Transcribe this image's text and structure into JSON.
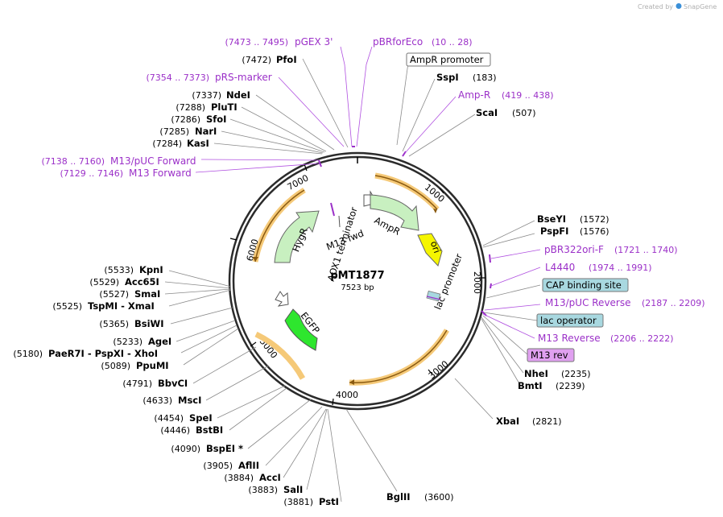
{
  "credit": {
    "created_by": "Created by",
    "brand": "SnapGene"
  },
  "plasmid": {
    "name": "pMT1877",
    "size": "7523 bp"
  },
  "ticks": [
    "1000",
    "2000",
    "3000",
    "4000",
    "5000",
    "6000",
    "7000"
  ],
  "features": {
    "ampr": "AmpR",
    "ori": "ori",
    "lac_promoter": "lac promoter",
    "egfp": "EGFP",
    "aox1": "AOX1 terminator",
    "hygr": "HygR",
    "m13fwd": "M13 fwd"
  },
  "enzymes_right": [
    {
      "name": "SspI",
      "pos": "(183)"
    },
    {
      "name": "ScaI",
      "pos": "(507)"
    },
    {
      "name": "BseYI",
      "pos": "(1572)"
    },
    {
      "name": "PspFI",
      "pos": "(1576)"
    },
    {
      "name": "NheI",
      "pos": "(2235)"
    },
    {
      "name": "BmtI",
      "pos": "(2239)"
    },
    {
      "name": "XbaI",
      "pos": "(2821)"
    },
    {
      "name": "BglII",
      "pos": "(3600)"
    }
  ],
  "enzymes_left": [
    {
      "name": "PfoI",
      "pos": "(7472)"
    },
    {
      "name": "NdeI",
      "pos": "(7337)"
    },
    {
      "name": "PluTI",
      "pos": "(7288)"
    },
    {
      "name": "SfoI",
      "pos": "(7286)"
    },
    {
      "name": "NarI",
      "pos": "(7285)"
    },
    {
      "name": "KasI",
      "pos": "(7284)"
    },
    {
      "name": "KpnI",
      "pos": "(5533)"
    },
    {
      "name": "Acc65I",
      "pos": "(5529)"
    },
    {
      "name": "SmaI",
      "pos": "(5527)"
    },
    {
      "name": "TspMI - XmaI",
      "pos": "(5525)"
    },
    {
      "name": "BsiWI",
      "pos": "(5365)"
    },
    {
      "name": "AgeI",
      "pos": "(5233)"
    },
    {
      "name": "PaeR7I - PspXI - XhoI",
      "pos": "(5180)"
    },
    {
      "name": "PpuMI",
      "pos": "(5089)"
    },
    {
      "name": "BbvCI",
      "pos": "(4791)"
    },
    {
      "name": "MscI",
      "pos": "(4633)"
    },
    {
      "name": "SpeI",
      "pos": "(4454)"
    },
    {
      "name": "BstBI",
      "pos": "(4446)"
    },
    {
      "name": "BspEI *",
      "pos": "(4090)"
    },
    {
      "name": "AflII",
      "pos": "(3905)"
    },
    {
      "name": "AccI",
      "pos": "(3884)"
    },
    {
      "name": "SalI",
      "pos": "(3883)"
    },
    {
      "name": "PstI",
      "pos": "(3881)"
    }
  ],
  "primers": [
    {
      "name": "pGEX 3'",
      "range": "(7473 .. 7495)"
    },
    {
      "name": "pBRforEco",
      "range": "(10 .. 28)"
    },
    {
      "name": "pRS-marker",
      "range": "(7354 .. 7373)"
    },
    {
      "name": "Amp-R",
      "range": "(419 .. 438)"
    },
    {
      "name": "M13/pUC Forward",
      "range": "(7138 .. 7160)"
    },
    {
      "name": "M13 Forward",
      "range": "(7129 .. 7146)"
    },
    {
      "name": "pBR322ori-F",
      "range": "(1721 .. 1740)"
    },
    {
      "name": "L4440",
      "range": "(1974 .. 1991)"
    },
    {
      "name": "M13/pUC Reverse",
      "range": "(2187 .. 2209)"
    },
    {
      "name": "M13 Reverse",
      "range": "(2206 .. 2222)"
    }
  ],
  "boxed": {
    "ampr_promoter": "AmpR promoter",
    "cap": "CAP binding site",
    "lac_operator": "lac operator",
    "m13rev": "M13 rev"
  },
  "colors": {
    "backbone": "#2b2b2b",
    "ampr": "#c8f0c0",
    "ori": "#f5f500",
    "egfp": "#2ee62e",
    "hygr": "#c8f0c0",
    "primer": "#9b30c8",
    "cap_box": "#a8d8e0",
    "m13rev_box": "#e0a0f0",
    "halo": "#f5c978"
  }
}
